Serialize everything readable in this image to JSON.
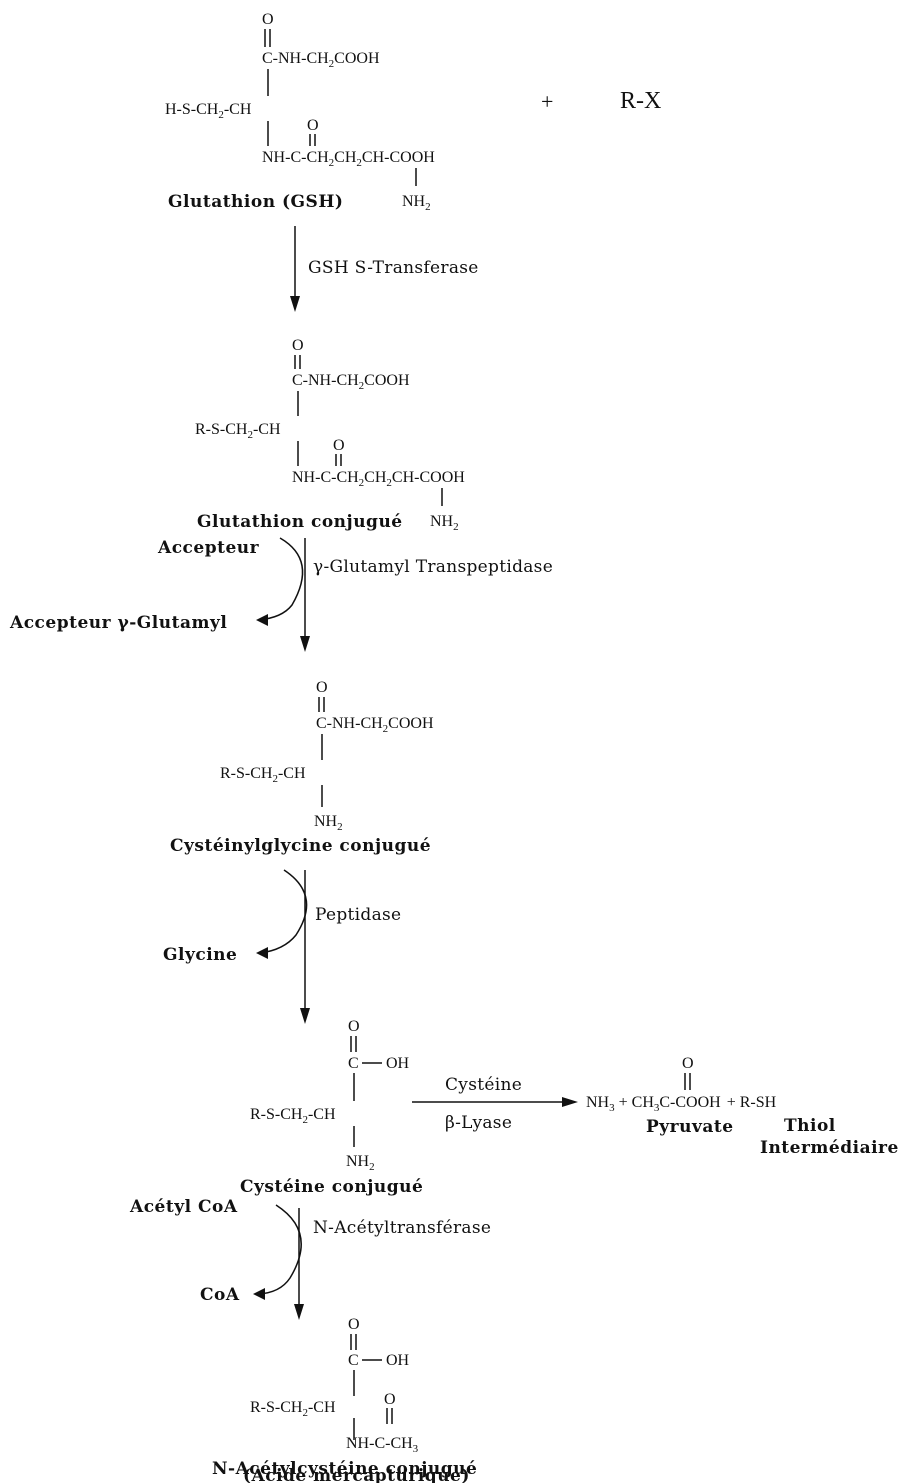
{
  "reactant": {
    "o_top": "O",
    "c_nh": "C-NH-CH",
    "sub2": "2",
    "cooh": "COOH",
    "hs": "H-S-CH",
    "ch": "-CH",
    "o2": "O",
    "nh_c": "NH-C-CH",
    "ch2ch": "CH",
    "ch_cooh": "CH-COOH",
    "nh2": "NH",
    "plus": "+",
    "rx": "R-X",
    "name": "Glutathion (GSH)"
  },
  "step1": {
    "enzyme": "GSH S-Transferase"
  },
  "glutathion_conj": {
    "rs": "R-S-CH",
    "name": "Glutathion conjugué"
  },
  "step2": {
    "acceptor_in": "Accepteur",
    "acceptor_out": "Accepteur γ-Glutamyl",
    "enzyme": "γ-Glutamyl Transpeptidase"
  },
  "cysgly_conj": {
    "name": "Cystéinylglycine conjugué"
  },
  "step3": {
    "enzyme": "Peptidase",
    "out": "Glycine"
  },
  "cys_conj": {
    "oh": "OH",
    "c": "C",
    "name": "Cystéine conjugué"
  },
  "lyase": {
    "enzyme_top": "Cystéine",
    "enzyme_bottom": "β-Lyase",
    "nh3": "NH",
    "nh3_sub": "3",
    "plus1": "+",
    "ch3": "CH",
    "ch3_sub": "3",
    "c_cooh": "C-COOH",
    "plus2": "+",
    "rsh": "R-SH",
    "pyruvate": "Pyruvate",
    "thiol": "Thiol",
    "intermediaire": "Intermédiaire"
  },
  "step4": {
    "in": "Acétyl CoA",
    "out": "CoA",
    "enzyme": "N-Acétyltransférase"
  },
  "nac_conj": {
    "nh_c_ch": "NH-C-CH",
    "name": "N-Acétylcystéine conjugué",
    "name2": "(Acide mercapturique)"
  }
}
